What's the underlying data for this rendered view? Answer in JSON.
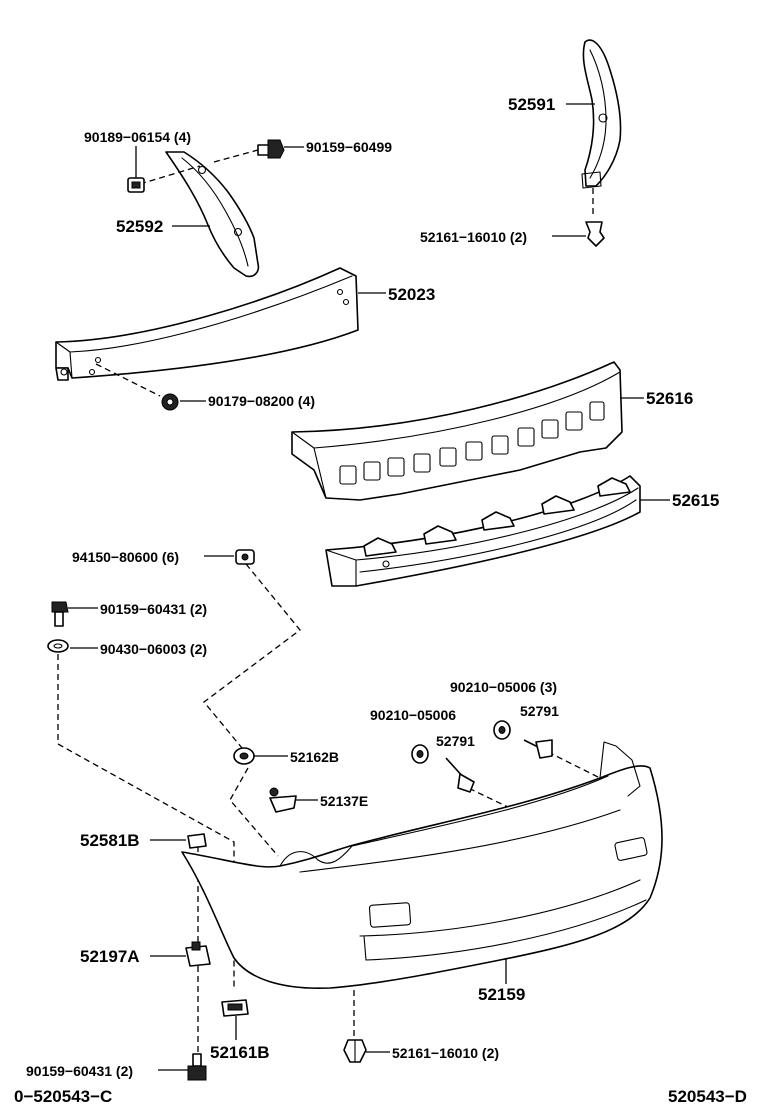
{
  "parts": {
    "p52591": "52591",
    "p90189": "90189−06154 (4)",
    "p90159a": "90159−60499",
    "p52592": "52592",
    "p52161a": "52161−16010 (2)",
    "p52023": "52023",
    "p90179": "90179−08200 (4)",
    "p52616": "52616",
    "p52615": "52615",
    "p94150": "94150−80600 (6)",
    "p90159b": "90159−60431 (2)",
    "p90430": "90430−06003 (2)",
    "p90210a": "90210−05006 (3)",
    "p90210b": "90210−05006",
    "p52791a": "52791",
    "p52791b": "52791",
    "p52162b": "52162B",
    "p52137e": "52137E",
    "p52581b": "52581B",
    "p52197a": "52197A",
    "p52159": "52159",
    "p52161b": "52161B",
    "p52161c": "52161−16010 (2)",
    "p90159c": "90159−60431 (2)"
  },
  "codes": {
    "left": "0−520543−C",
    "right": "520543−D"
  }
}
